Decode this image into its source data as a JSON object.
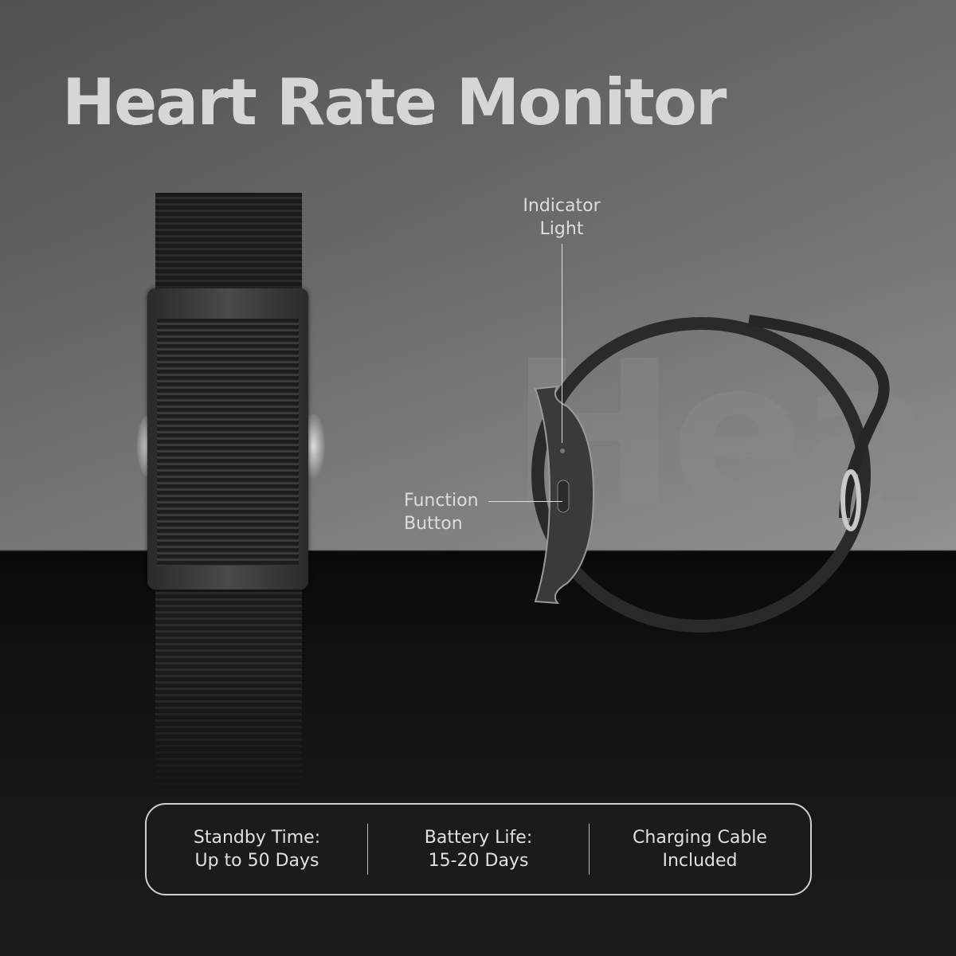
{
  "title": "Heart Rate Monitor",
  "watermark": "Hea",
  "callouts": {
    "indicator_light": [
      "Indicator",
      "Light"
    ],
    "function_button": [
      "Function",
      "Button"
    ]
  },
  "specs": [
    {
      "line1": "Standby Time:",
      "line2": "Up to 50 Days"
    },
    {
      "line1": "Battery Life:",
      "line2": "15-20 Days"
    },
    {
      "line1": "Charging Cable",
      "line2": "Included"
    }
  ]
}
